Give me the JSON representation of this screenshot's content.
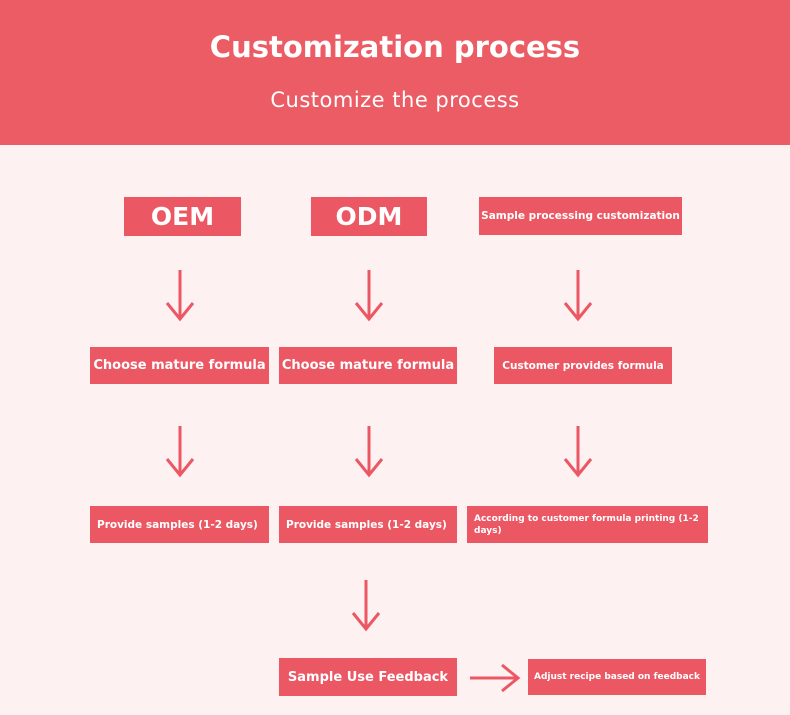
{
  "header": {
    "title": "Customization process",
    "subtitle": "Customize the process"
  },
  "columns": {
    "oem": {
      "label": "OEM",
      "step1": "Choose mature formula",
      "step2": "Provide samples (1-2 days)"
    },
    "odm": {
      "label": "ODM",
      "step1": "Choose mature formula",
      "step2": "Provide samples (1-2 days)"
    },
    "sample": {
      "label": "Sample processing customization",
      "step1": "Customer provides formula",
      "step2": "According to customer formula printing (1-2 days)"
    }
  },
  "feedback": {
    "label": "Sample Use Feedback",
    "adjust": "Adjust recipe based on feedback"
  },
  "colors": {
    "accent": "#eb5864",
    "header_bg": "#ec5c65",
    "page_bg": "#fdf1f1",
    "text_on_accent": "#ffffff"
  }
}
